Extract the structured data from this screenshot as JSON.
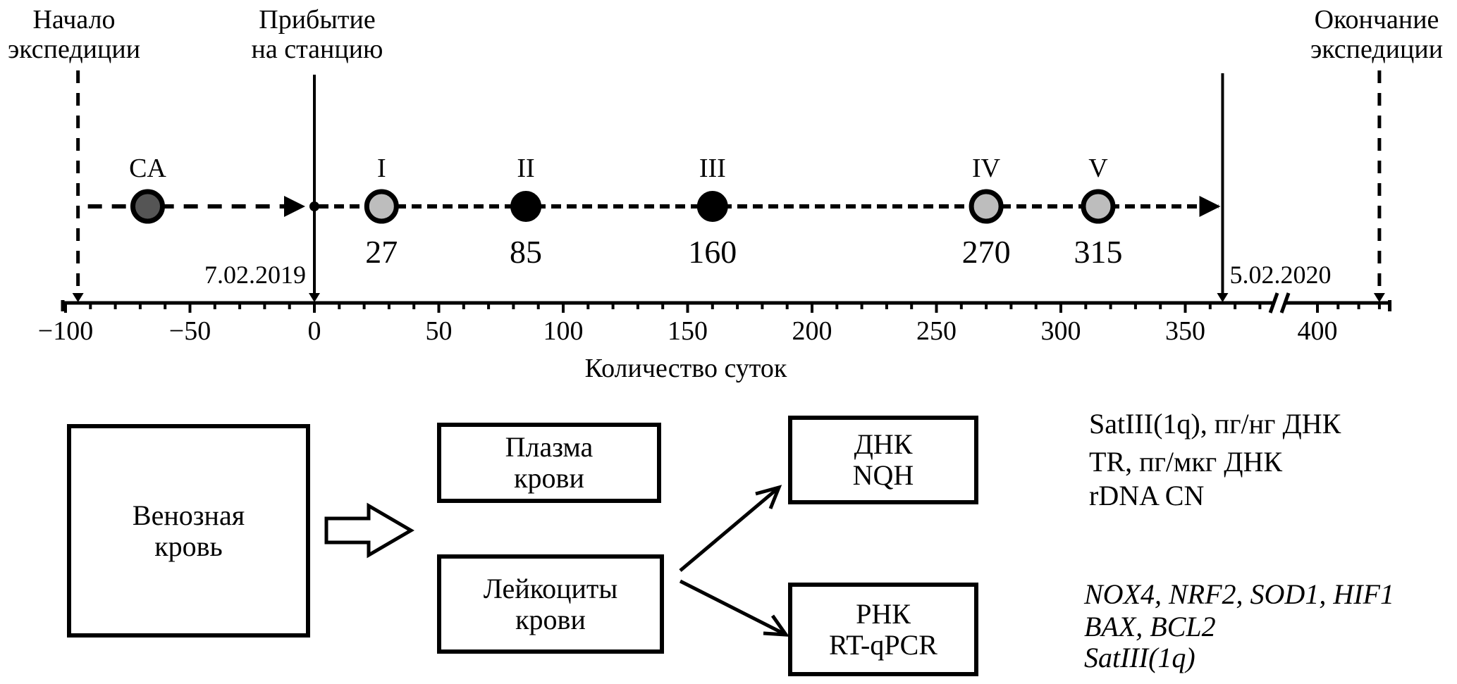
{
  "timeline": {
    "events": {
      "start": {
        "line1": "Начало",
        "line2": "экспедиции",
        "day": -95
      },
      "arrival": {
        "line1": "Прибытие",
        "line2": "на станцию",
        "day": 0,
        "date": "7.02.2019"
      },
      "departure": {
        "day": 365,
        "date": "5.02.2020"
      },
      "end": {
        "line1": "Окончание",
        "line2": "экспедиции",
        "day": 430
      }
    },
    "points": [
      {
        "label": "CA",
        "day": -67,
        "value_label": "",
        "style": "dark-gray"
      },
      {
        "label": "I",
        "day": 27,
        "value_label": "27",
        "style": "light-gray"
      },
      {
        "label": "II",
        "day": 85,
        "value_label": "85",
        "style": "black"
      },
      {
        "label": "III",
        "day": 160,
        "value_label": "160",
        "style": "black"
      },
      {
        "label": "IV",
        "day": 270,
        "value_label": "270",
        "style": "light-gray"
      },
      {
        "label": "V",
        "day": 315,
        "value_label": "315",
        "style": "light-gray"
      }
    ],
    "axis": {
      "label": "Количество суток",
      "ticks": [
        "−100",
        "−50",
        "0",
        "50",
        "100",
        "150",
        "200",
        "250",
        "300",
        "350",
        "400"
      ],
      "tick_values": [
        -100,
        -50,
        0,
        50,
        100,
        150,
        200,
        250,
        300,
        350,
        400
      ],
      "range": [
        -100,
        435
      ],
      "minor_step": 10,
      "break_after": 385
    },
    "colors": {
      "dark_marker": "#555555",
      "light_marker": "#bdbdbd",
      "black_marker": "#000000"
    }
  },
  "flow": {
    "source": {
      "line1": "Венозная",
      "line2": "кровь"
    },
    "plasma": {
      "line1": "Плазма",
      "line2": "крови"
    },
    "leukocytes": {
      "line1": "Лейкоциты",
      "line2": "крови"
    },
    "dna": {
      "line1": "ДНК",
      "line2": "NQH"
    },
    "rna": {
      "line1": "РНК",
      "line2": "RT-qPCR"
    },
    "dna_outputs": [
      "SatIII(1q), пг/нг ДНК",
      "TR, пг/мкг ДНК",
      "rDNA CN"
    ],
    "rna_outputs": [
      "NOX4, NRF2, SOD1, HIF1",
      "BAX, BCL2",
      "SatIII(1q)"
    ]
  }
}
